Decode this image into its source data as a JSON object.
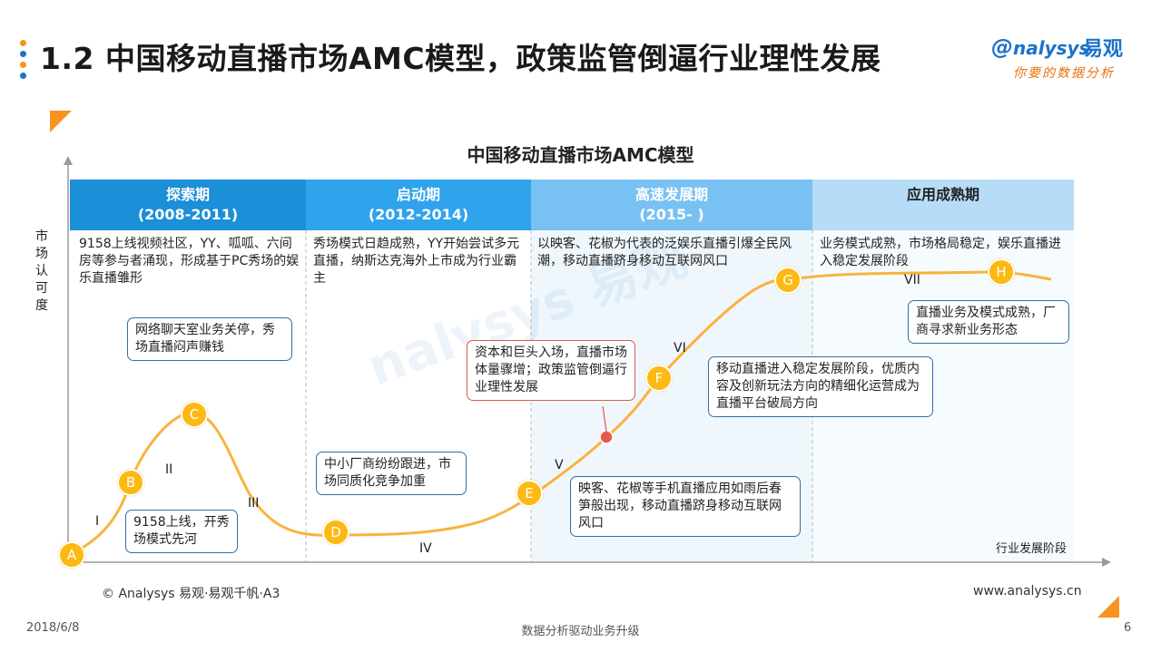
{
  "header": {
    "title": "1.2 中国移动直播市场AMC模型，政策监管倒逼行业理性发展",
    "logo_en": "nalysys",
    "logo_cn": "易观",
    "logo_sub": "你要的数据分析",
    "dot_colors": [
      "#f7931e",
      "#1b72c8",
      "#f7931e",
      "#1b72c8"
    ]
  },
  "chart_title": "中国移动直播市场AMC模型",
  "y_label": "市场认可度",
  "x_label": "行业发展阶段",
  "phases": [
    {
      "name": "探索期",
      "years": "(2008-2011)",
      "color": "#1b8fd8"
    },
    {
      "name": "启动期",
      "years": "(2012-2014)",
      "color": "#2fa3ec"
    },
    {
      "name": "高速发展期",
      "years": "(2015- )",
      "color": "#79c1f2"
    },
    {
      "name": "应用成熟期",
      "years": "",
      "color": "#b6dcf7"
    }
  ],
  "phase_descriptions": [
    "9158上线视频社区，YY、呱呱、六间房等参与者涌现，形成基于PC秀场的娱乐直播雏形",
    "秀场模式日趋成熟，YY开始尝试多元直播，纳斯达克海外上市成为行业霸主",
    "以映客、花椒为代表的泛娱乐直播引爆全民风潮，移动直播跻身移动互联网风口",
    "业务模式成熟，市场格局稳定，娱乐直播进入稳定发展阶段"
  ],
  "nodes": [
    "A",
    "B",
    "C",
    "D",
    "E",
    "F",
    "G",
    "H"
  ],
  "stages": [
    "I",
    "II",
    "III",
    "IV",
    "V",
    "VI",
    "VII"
  ],
  "callouts": {
    "a": "9158上线，开秀场模式先河",
    "c": "网络聊天室业务关停，秀场直播闷声赚钱",
    "d": "中小厂商纷纷跟进，市场同质化竞争加重",
    "e": "映客、花椒等手机直播应用如雨后春笋般出现，移动直播跻身移动互联网风口",
    "policy": "资本和巨头入场，直播市场体量骤增；政策监管倒逼行业理性发展",
    "f": "移动直播进入稳定发展阶段，优质内容及创新玩法方向的精细化运营成为直播平台破局方向",
    "h": "直播业务及模式成熟，厂商寻求新业务形态"
  },
  "curve_color": "#f9b33d",
  "footer": {
    "copyright": "© Analysys 易观·易观千帆·A3",
    "url": "www.analysys.cn",
    "date": "2018/6/8",
    "slogan": "数据分析驱动业务升级",
    "page": "6"
  }
}
